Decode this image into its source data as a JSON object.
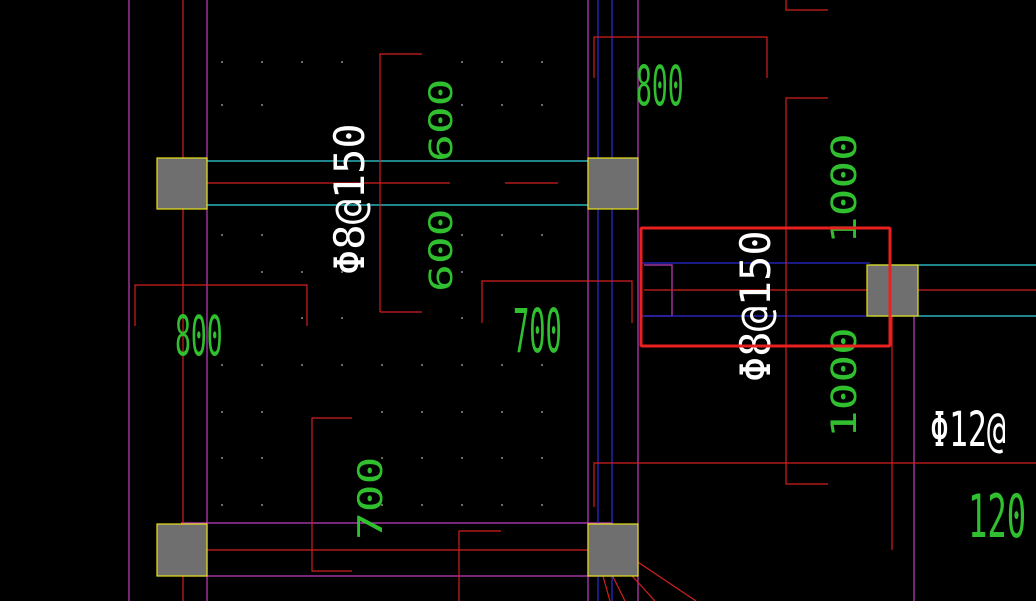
{
  "colors": {
    "background": "#000000",
    "magenta": "#c040c0",
    "red": "#d21f1f",
    "blue": "#2b2bd8",
    "cyan": "#33d6e0",
    "green": "#2fbf2f",
    "white": "#ffffff",
    "column_fill": "#6f6f6f",
    "column_outline": "#e8e31c",
    "highlight": "#e82020"
  },
  "labels": {
    "rebar_left": "Φ8@150",
    "rebar_right": "Φ8@150",
    "rebar_far_right": "Φ12@",
    "dim_800_top": "800",
    "dim_600_upper": "600",
    "dim_600_lower": "600",
    "dim_800_left": "800",
    "dim_700_mid": "700",
    "dim_700_lower": "700",
    "dim_1000_upper": "1000",
    "dim_1000_lower": "1000",
    "dim_120_right": "120"
  },
  "icons": {
    "column_marker": "column-square-icon"
  }
}
